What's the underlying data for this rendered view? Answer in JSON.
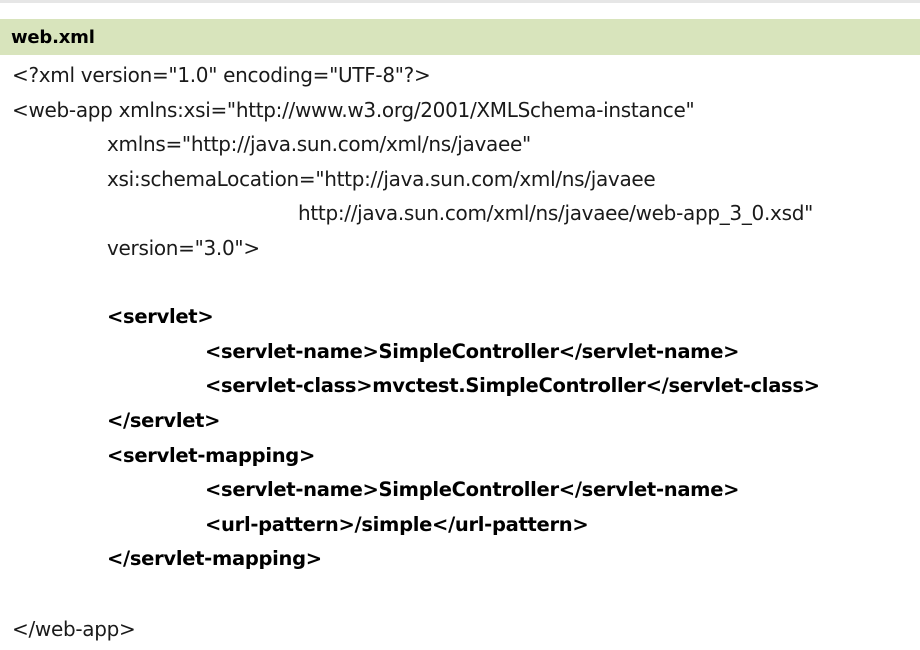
{
  "title": "web.xml",
  "lines": [
    "<?xml version=\"1.0\" encoding=\"UTF-8\"?>",
    "<web-app xmlns:xsi=\"http://www.w3.org/2001/XMLSchema-instance\"",
    "xmlns=\"http://java.sun.com/xml/ns/javaee\"",
    "xsi:schemaLocation=\"http://java.sun.com/xml/ns/javaee",
    "http://java.sun.com/xml/ns/javaee/web-app_3_0.xsd\"",
    "version=\"3.0\">",
    "",
    "<servlet>",
    "<servlet-name>SimpleController</servlet-name>",
    "<servlet-class>mvctest.SimpleController</servlet-class>",
    "</servlet>",
    "<servlet-mapping>",
    "<servlet-name>SimpleController</servlet-name>",
    "<url-pattern>/simple</url-pattern>",
    "</servlet-mapping>",
    "",
    "</web-app>"
  ]
}
